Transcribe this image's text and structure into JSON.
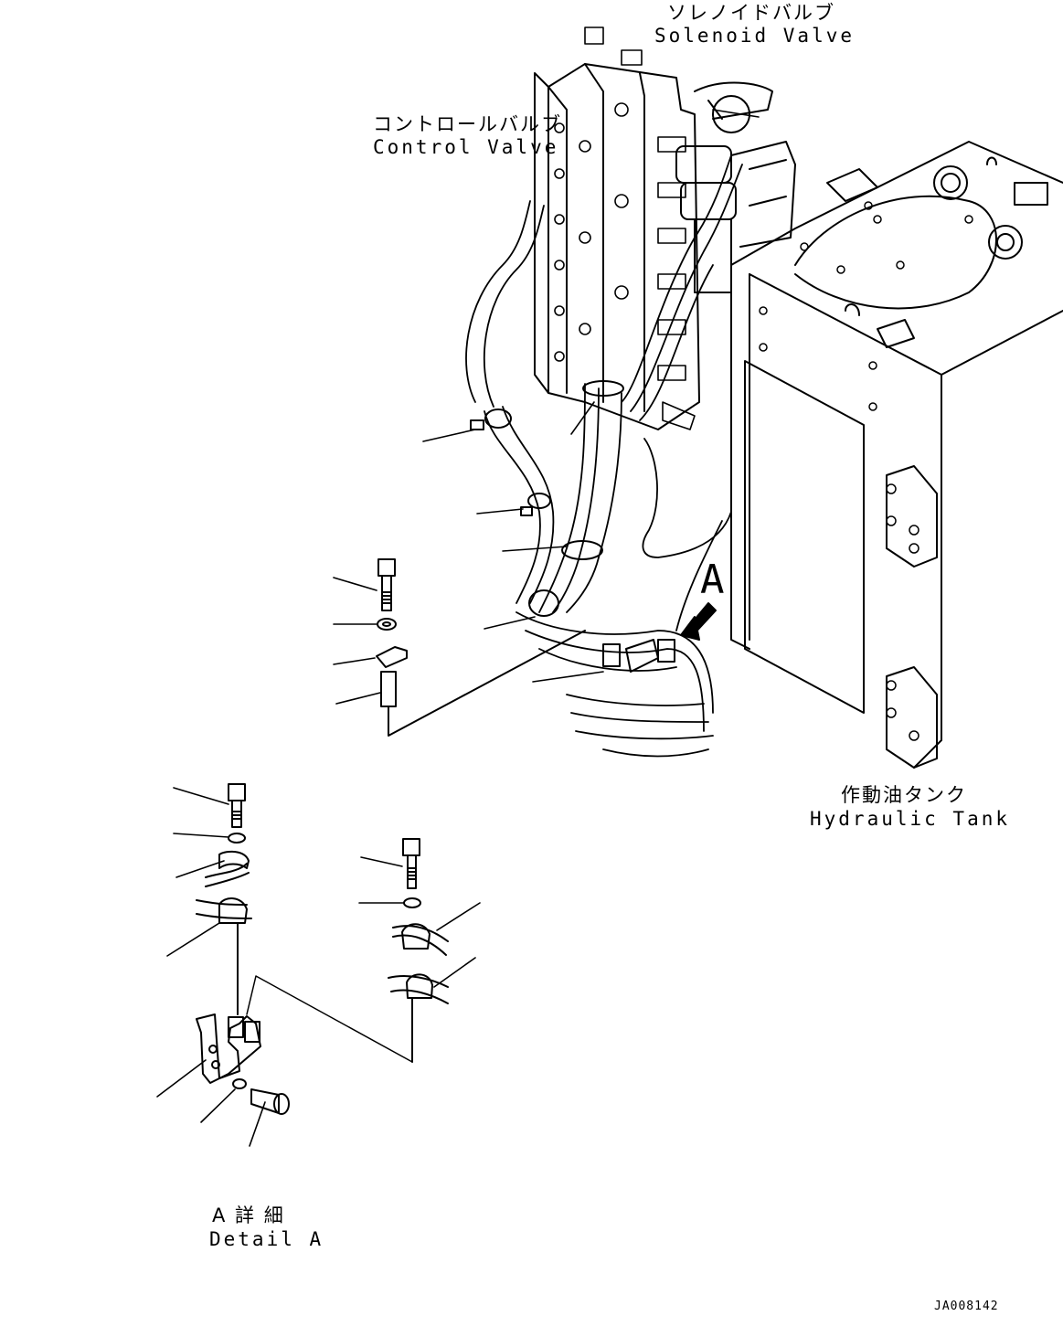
{
  "labels": {
    "solenoid_valve_jp": "ソレノイドバルブ",
    "solenoid_valve_en": "Solenoid Valve",
    "control_valve_jp": "コントロールバルブ",
    "control_valve_en": "Control Valve",
    "hydraulic_tank_jp": "作動油タンク",
    "hydraulic_tank_en": "Hydraulic Tank",
    "view_marker": "A",
    "detail_jp": "A 詳 細",
    "detail_en": "Detail A",
    "drawing_code": "JA008142"
  }
}
